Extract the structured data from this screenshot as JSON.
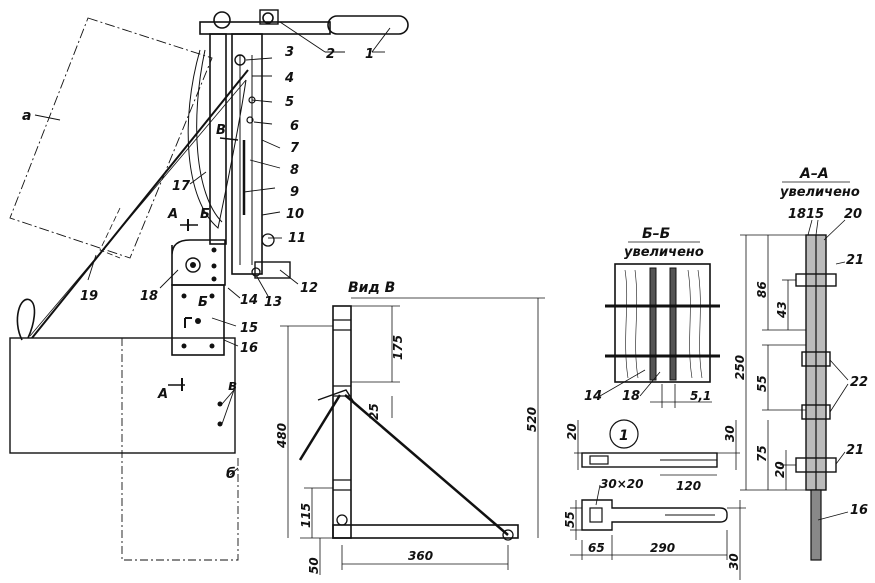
{
  "part_numbers": [
    "1",
    "2",
    "3",
    "4",
    "5",
    "6",
    "7",
    "8",
    "9",
    "10",
    "11",
    "12",
    "13",
    "14",
    "15",
    "16",
    "17",
    "18",
    "19",
    "20",
    "21",
    "22"
  ],
  "letters": {
    "a": "а",
    "b": "б",
    "v": "в",
    "A": "А",
    "B_cyr": "Б",
    "V_cyr": "В"
  },
  "titles": {
    "view_v": "Вид В",
    "section_bb": "Б–Б",
    "section_aa": "А–А",
    "enlarged": "увеличено",
    "detail_1": "1"
  },
  "dimensions": {
    "vv_175": "175",
    "vv_25": "25",
    "vv_480": "480",
    "vv_520": "520",
    "vv_115": "115",
    "vv_50": "50",
    "vv_360": "360",
    "bb_5_1": "5,1",
    "aa_86": "86",
    "aa_43": "43",
    "aa_250": "250",
    "aa_55": "55",
    "aa_75": "75",
    "aa_20": "20",
    "d1_20": "20",
    "d1_30_top": "30",
    "d1_120": "120",
    "d1_30x20": "30×20",
    "d1_55": "55",
    "d1_65": "65",
    "d1_290": "290",
    "d1_30_bot": "30"
  }
}
